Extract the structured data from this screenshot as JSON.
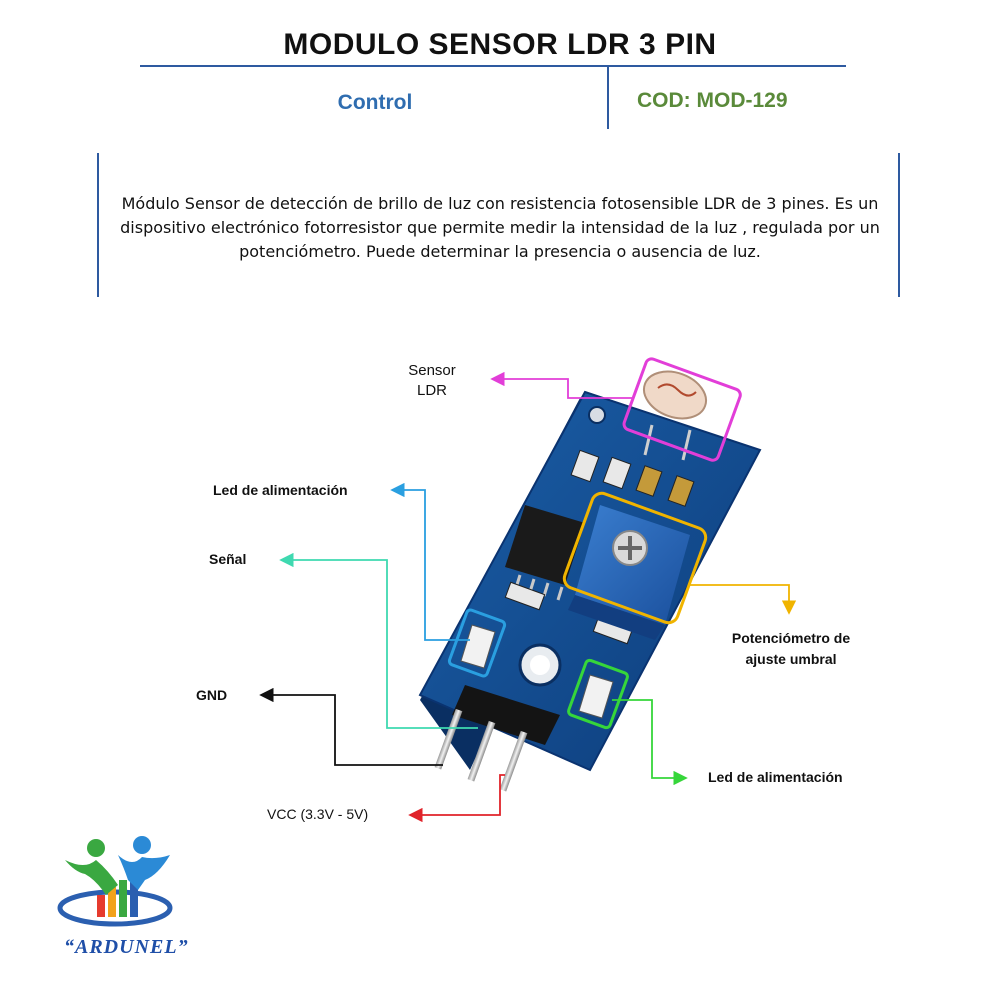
{
  "header": {
    "title": "MODULO SENSOR LDR 3 PIN",
    "category": "Control",
    "code": "COD: MOD-129"
  },
  "description": "Módulo Sensor de detección de brillo de luz con resistencia fotosensible LDR de 3 pines. Es un dispositivo electrónico fotorresistor que permite medir la intensidad de la luz , regulada por un potenciómetro. Puede determinar la presencia o ausencia de luz.",
  "callouts": {
    "sensor_ldr": {
      "line1": "Sensor",
      "line2": "LDR",
      "color": "#e23ed8"
    },
    "led_power_left": {
      "text": "Led de alimentación",
      "color": "#2a9fe0"
    },
    "signal": {
      "text": "Señal",
      "color": "#3fd9b0"
    },
    "gnd": {
      "text": "GND",
      "color": "#111111"
    },
    "vcc": {
      "text": "VCC (3.3V - 5V)",
      "color": "#e0232a"
    },
    "potentiometer": {
      "line1": "Potenciómetro de",
      "line2": "ajuste umbral",
      "color": "#f0b400"
    },
    "led_power_right": {
      "text": "Led de alimentación",
      "color": "#36d63a"
    }
  },
  "logo": {
    "text": "“ARDUNEL”"
  }
}
